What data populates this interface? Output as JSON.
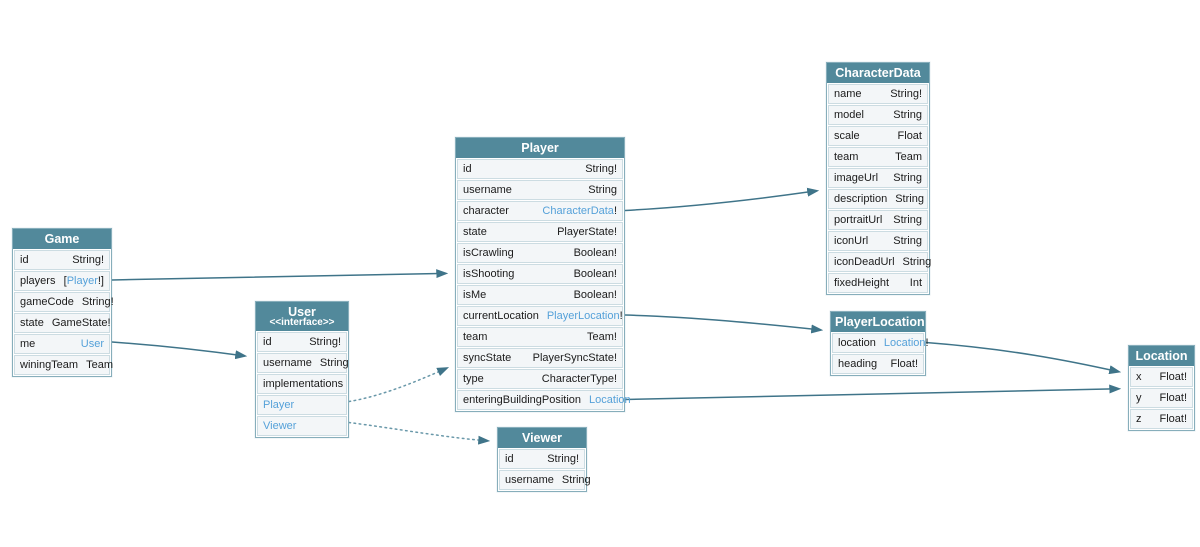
{
  "diagram": {
    "title": "GraphQL schema diagram",
    "colors": {
      "header_bg": "#52899b",
      "header_text": "#ffffff",
      "row_bg": "#f3f6f8",
      "row_border": "#ccdce2",
      "outer_border": "#87aebb",
      "field_text": "#1b1b1b",
      "link_text": "#55a1d9",
      "edge_solid": "#3f7489",
      "edge_dotted": "#6998a9"
    },
    "tables": [
      {
        "id": "game",
        "title": "Game",
        "fields": [
          {
            "name": "id",
            "type": [
              {
                "t": "String!"
              }
            ]
          },
          {
            "name": "players",
            "type": [
              {
                "t": "["
              },
              {
                "t": "Player",
                "link": true
              },
              {
                "t": "!]"
              }
            ]
          },
          {
            "name": "gameCode",
            "type": [
              {
                "t": "String!"
              }
            ]
          },
          {
            "name": "state",
            "type": [
              {
                "t": "GameState!"
              }
            ]
          },
          {
            "name": "me",
            "type": [
              {
                "t": "User",
                "link": true
              }
            ]
          },
          {
            "name": "winingTeam",
            "type": [
              {
                "t": "Team"
              }
            ]
          }
        ]
      },
      {
        "id": "user",
        "title": "User",
        "subtitle": "<<interface>>",
        "fields": [
          {
            "name": "id",
            "type": [
              {
                "t": "String!"
              }
            ]
          },
          {
            "name": "username",
            "type": [
              {
                "t": "String"
              }
            ]
          },
          {
            "name": "implementations",
            "type": []
          },
          {
            "name": "Player",
            "type": [],
            "nameLink": true
          },
          {
            "name": "Viewer",
            "type": [],
            "nameLink": true
          }
        ]
      },
      {
        "id": "player",
        "title": "Player",
        "fields": [
          {
            "name": "id",
            "type": [
              {
                "t": "String!"
              }
            ]
          },
          {
            "name": "username",
            "type": [
              {
                "t": "String"
              }
            ]
          },
          {
            "name": "character",
            "type": [
              {
                "t": "CharacterData",
                "link": true
              },
              {
                "t": "!"
              }
            ]
          },
          {
            "name": "state",
            "type": [
              {
                "t": "PlayerState!"
              }
            ]
          },
          {
            "name": "isCrawling",
            "type": [
              {
                "t": "Boolean!"
              }
            ]
          },
          {
            "name": "isShooting",
            "type": [
              {
                "t": "Boolean!"
              }
            ]
          },
          {
            "name": "isMe",
            "type": [
              {
                "t": "Boolean!"
              }
            ]
          },
          {
            "name": "currentLocation",
            "type": [
              {
                "t": "PlayerLocation",
                "link": true
              },
              {
                "t": "!"
              }
            ]
          },
          {
            "name": "team",
            "type": [
              {
                "t": "Team!"
              }
            ]
          },
          {
            "name": "syncState",
            "type": [
              {
                "t": "PlayerSyncState!"
              }
            ]
          },
          {
            "name": "type",
            "type": [
              {
                "t": "CharacterType!"
              }
            ]
          },
          {
            "name": "enteringBuildingPosition",
            "type": [
              {
                "t": "Location",
                "link": true
              }
            ]
          }
        ]
      },
      {
        "id": "viewer",
        "title": "Viewer",
        "fields": [
          {
            "name": "id",
            "type": [
              {
                "t": "String!"
              }
            ]
          },
          {
            "name": "username",
            "type": [
              {
                "t": "String"
              }
            ]
          }
        ]
      },
      {
        "id": "characterData",
        "title": "CharacterData",
        "fields": [
          {
            "name": "name",
            "type": [
              {
                "t": "String!"
              }
            ]
          },
          {
            "name": "model",
            "type": [
              {
                "t": "String"
              }
            ]
          },
          {
            "name": "scale",
            "type": [
              {
                "t": "Float"
              }
            ]
          },
          {
            "name": "team",
            "type": [
              {
                "t": "Team"
              }
            ]
          },
          {
            "name": "imageUrl",
            "type": [
              {
                "t": "String"
              }
            ]
          },
          {
            "name": "description",
            "type": [
              {
                "t": "String"
              }
            ]
          },
          {
            "name": "portraitUrl",
            "type": [
              {
                "t": "String"
              }
            ]
          },
          {
            "name": "iconUrl",
            "type": [
              {
                "t": "String"
              }
            ]
          },
          {
            "name": "iconDeadUrl",
            "type": [
              {
                "t": "String"
              }
            ]
          },
          {
            "name": "fixedHeight",
            "type": [
              {
                "t": "Int"
              }
            ]
          }
        ]
      },
      {
        "id": "playerLocation",
        "title": "PlayerLocation",
        "fields": [
          {
            "name": "location",
            "type": [
              {
                "t": "Location",
                "link": true
              },
              {
                "t": "!"
              }
            ]
          },
          {
            "name": "heading",
            "type": [
              {
                "t": "Float!"
              }
            ]
          }
        ]
      },
      {
        "id": "location",
        "title": "Location",
        "fields": [
          {
            "name": "x",
            "type": [
              {
                "t": "Float!"
              }
            ]
          },
          {
            "name": "y",
            "type": [
              {
                "t": "Float!"
              }
            ]
          },
          {
            "name": "z",
            "type": [
              {
                "t": "Float!"
              }
            ]
          }
        ]
      }
    ],
    "edges": [
      {
        "id": "game-players",
        "from": "Game.players",
        "to": "Player",
        "style": "solid"
      },
      {
        "id": "game-me",
        "from": "Game.me",
        "to": "User",
        "style": "solid"
      },
      {
        "id": "player-character",
        "from": "Player.character",
        "to": "CharacterData",
        "style": "solid"
      },
      {
        "id": "player-currentLocation",
        "from": "Player.currentLocation",
        "to": "PlayerLocation",
        "style": "solid"
      },
      {
        "id": "player-enteringBuildingPosition",
        "from": "Player.enteringBuildingPosition",
        "to": "Location",
        "style": "solid"
      },
      {
        "id": "playerLocation-location",
        "from": "PlayerLocation.location",
        "to": "Location",
        "style": "solid"
      },
      {
        "id": "user-player",
        "from": "User.Player",
        "to": "Player",
        "style": "dotted"
      },
      {
        "id": "user-viewer",
        "from": "User.Viewer",
        "to": "Viewer",
        "style": "dotted"
      }
    ]
  }
}
